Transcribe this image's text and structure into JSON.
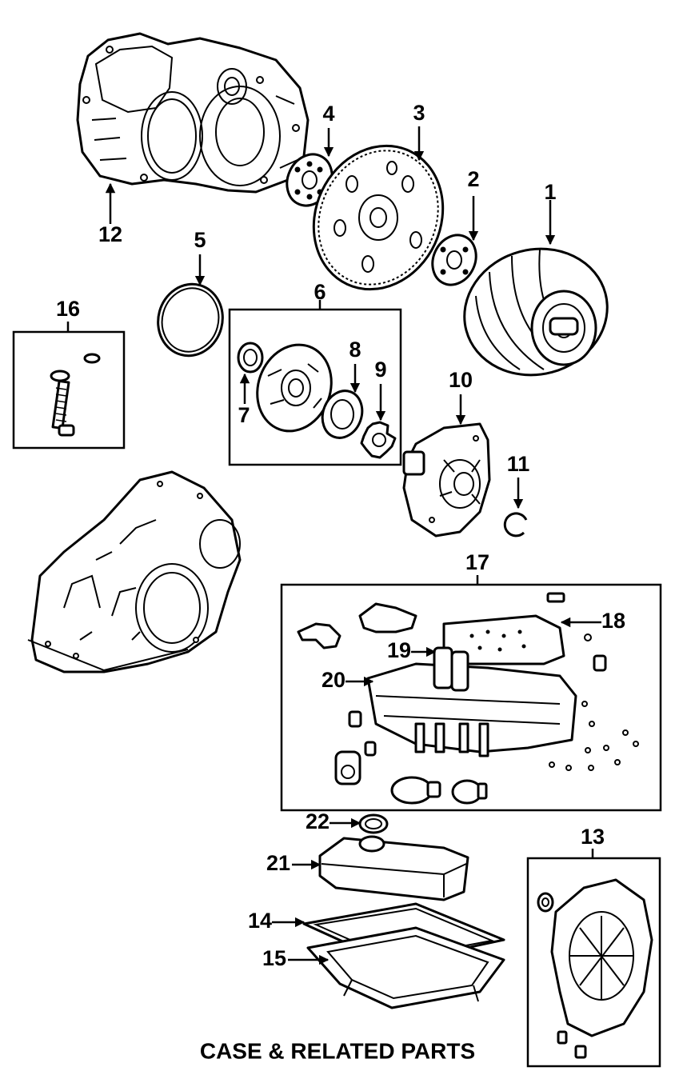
{
  "caption": "CASE & RELATED PARTS",
  "callouts": {
    "c1": "1",
    "c2": "2",
    "c3": "3",
    "c4": "4",
    "c5": "5",
    "c6": "6",
    "c7": "7",
    "c8": "8",
    "c9": "9",
    "c10": "10",
    "c11": "11",
    "c12": "12",
    "c13": "13",
    "c14": "14",
    "c15": "15",
    "c16": "16",
    "c17": "17",
    "c18": "18",
    "c19": "19",
    "c20": "20",
    "c21": "21",
    "c22": "22"
  }
}
